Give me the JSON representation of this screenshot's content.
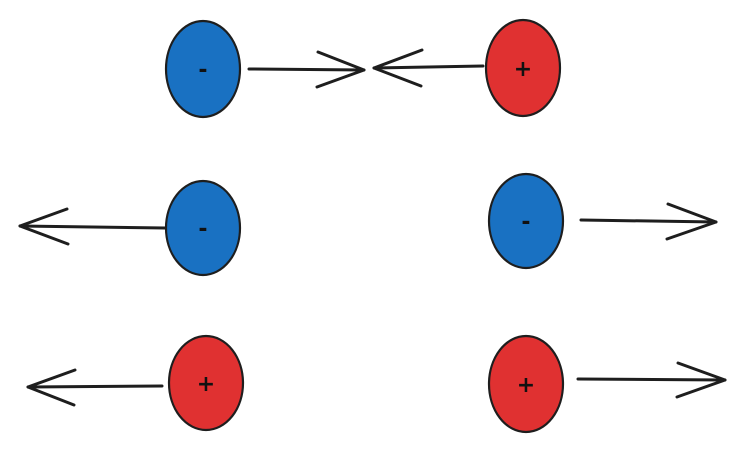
{
  "colors": {
    "negative": "#1971c2",
    "positive": "#e03131",
    "stroke": "#1e1e1e",
    "background": "#ffffff"
  },
  "rows": [
    {
      "name": "row-opposite-charges",
      "left": {
        "sign": "-",
        "polarity": "negative",
        "arrow": "right"
      },
      "right": {
        "sign": "+",
        "polarity": "positive",
        "arrow": "left"
      }
    },
    {
      "name": "row-two-negatives",
      "left": {
        "sign": "-",
        "polarity": "negative",
        "arrow": "left"
      },
      "right": {
        "sign": "-",
        "polarity": "negative",
        "arrow": "right"
      }
    },
    {
      "name": "row-two-positives",
      "left": {
        "sign": "+",
        "polarity": "positive",
        "arrow": "left"
      },
      "right": {
        "sign": "+",
        "polarity": "positive",
        "arrow": "right"
      }
    }
  ]
}
